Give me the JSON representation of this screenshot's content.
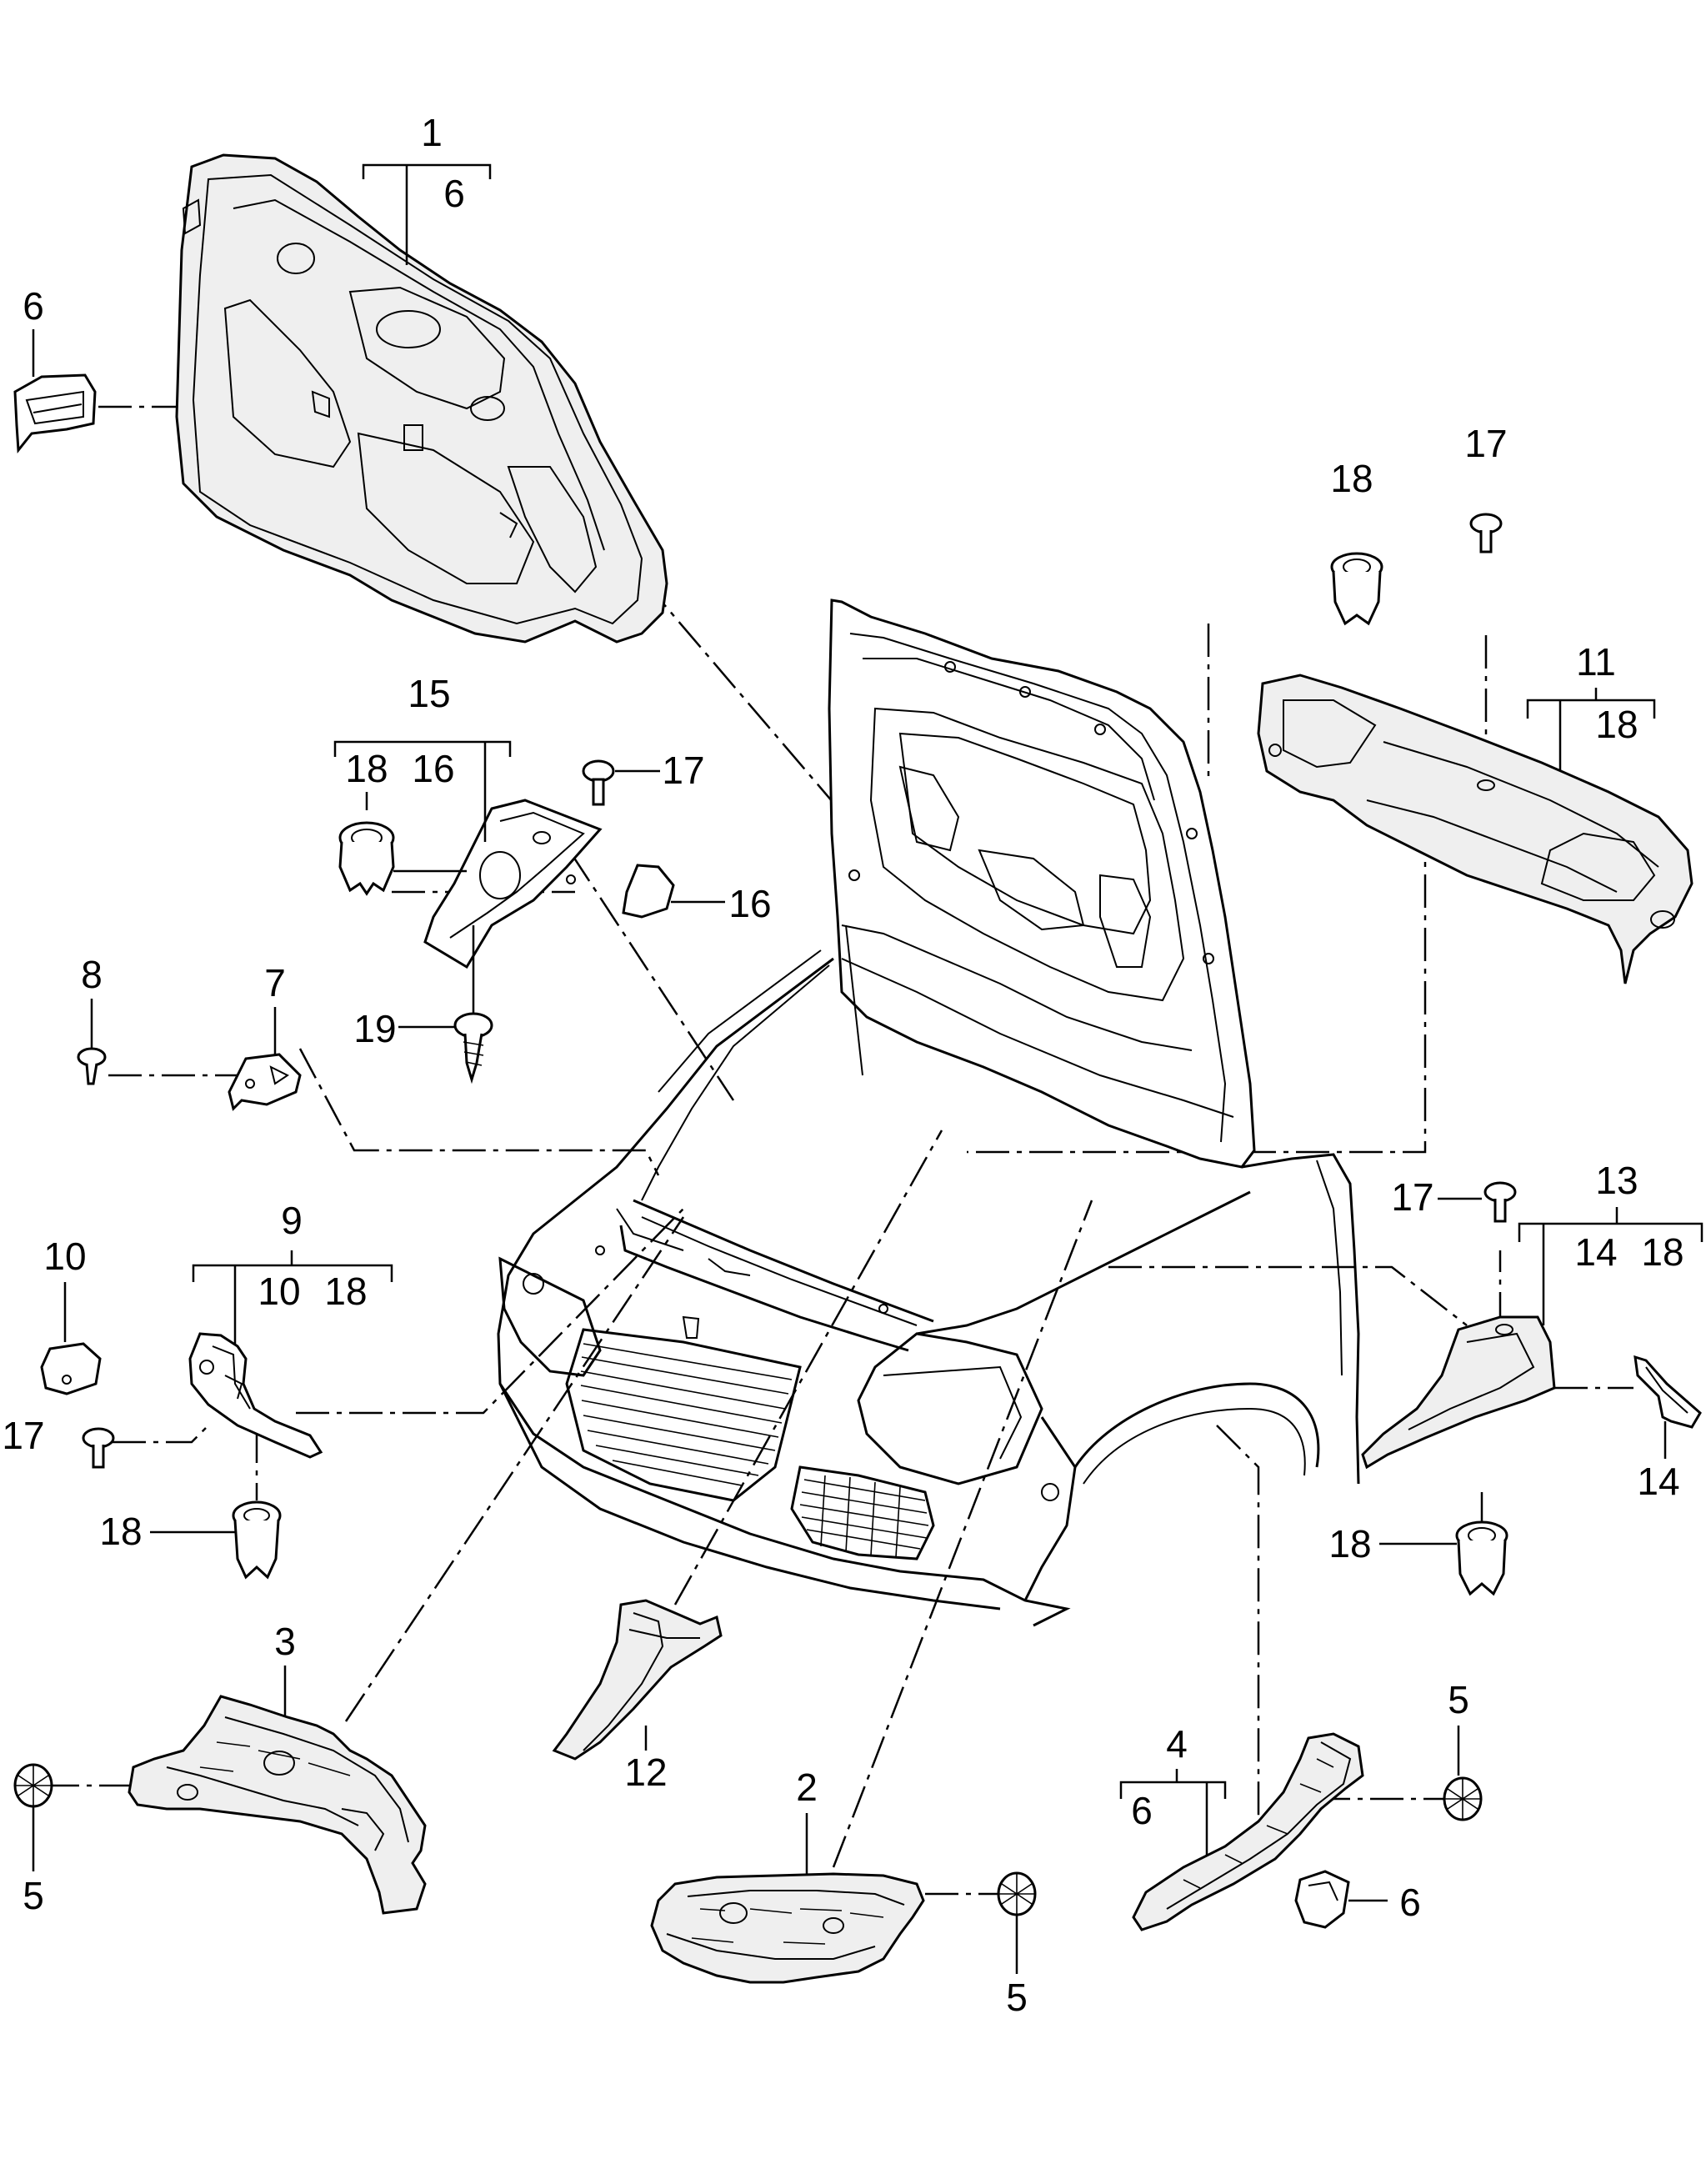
{
  "callouts": {
    "c1": "1",
    "c1_sub": "6",
    "c6_top": "6",
    "c15": "15",
    "c15_sub_a": "18",
    "c15_sub_b": "16",
    "c17_a": "17",
    "c16": "16",
    "c19": "19",
    "c8": "8",
    "c7": "7",
    "c9": "9",
    "c9_sub_a": "10",
    "c9_sub_b": "18",
    "c10": "10",
    "c17_b": "17",
    "c18_a": "18",
    "c3": "3",
    "c5_a": "5",
    "c12": "12",
    "c2": "2",
    "c5_b": "5",
    "c4": "4",
    "c4_sub": "6",
    "c5_c": "5",
    "c6_b": "6",
    "c18_b": "18",
    "c17_c": "17",
    "c11": "11",
    "c11_sub": "18",
    "c17_d": "17",
    "c13": "13",
    "c13_sub_a": "14",
    "c13_sub_b": "18",
    "c14": "14",
    "c18_c": "18"
  },
  "icons": [
    "hood-insulation-icon",
    "hood-icon",
    "car-front-icon",
    "clip-icon",
    "screw-icon",
    "rivet-icon",
    "bracket-icon",
    "wheel-arch-liner-icon"
  ]
}
